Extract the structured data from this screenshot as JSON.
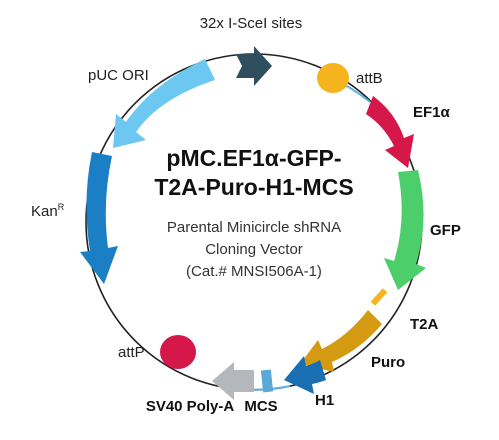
{
  "plasmid": {
    "title_line1": "pMC.EF1α-GFP-",
    "title_line2": "T2A-Puro-H1-MCS",
    "desc_line1": "Parental Minicircle shRNA",
    "desc_line2": "Cloning Vector",
    "desc_line3": "(Cat.# MNSI506A-1)"
  },
  "features": {
    "sites": {
      "label": "32x I-SceI sites",
      "color": "#2f4f5f"
    },
    "attb": {
      "label": "attB",
      "color": "#f5b41e"
    },
    "ef1a": {
      "label": "EF1α",
      "color": "#d6174a"
    },
    "gfp": {
      "label": "GFP",
      "color": "#4ccf6a"
    },
    "t2a": {
      "label": "T2A",
      "color": "#f5b41e"
    },
    "puro": {
      "label": "Puro",
      "color": "#d49a12"
    },
    "h1": {
      "label": "H1",
      "color": "#1a6fb3"
    },
    "mcs": {
      "label": "MCS",
      "color": "#5aa8d8"
    },
    "sv40": {
      "label": "SV40 Poly-A",
      "color": "#b4b8bc"
    },
    "attp": {
      "label": "attP",
      "color": "#d6174a"
    },
    "kan": {
      "label": "Kan",
      "label_sup": "R",
      "color": "#1a7fc4"
    },
    "puc": {
      "label": "pUC ORI",
      "color": "#6cc8f0"
    }
  },
  "colors": {
    "backbone": "#222222",
    "link": "#5ab4e0"
  }
}
